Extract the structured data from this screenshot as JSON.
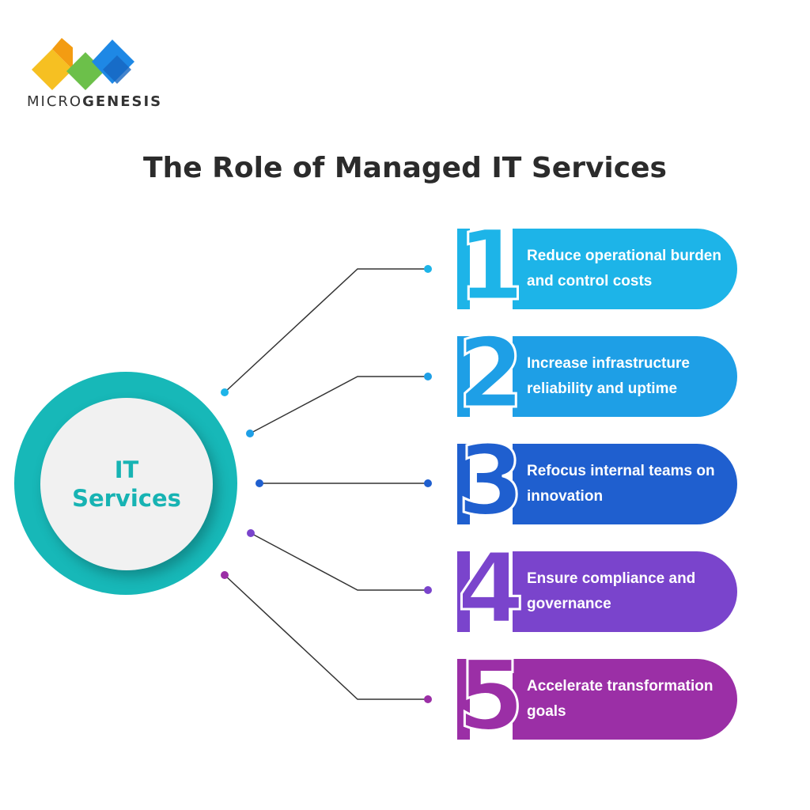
{
  "logo": {
    "text_light": "MICRO",
    "text_bold": "GENESIS",
    "colors": {
      "yellow": "#f4b400",
      "green": "#6cc04a",
      "blue": "#1e88e5",
      "orange": "#f39c12"
    }
  },
  "title": "The Role of Managed IT Services",
  "hub": {
    "line1": "IT",
    "line2": "Services",
    "ring_color": "#17b8b8",
    "text_color": "#17b3b3"
  },
  "items": [
    {
      "number": "1",
      "text": "Reduce operational burden and control costs",
      "color": "#1db4e8"
    },
    {
      "number": "2",
      "text": "Increase infrastructure reliability and uptime",
      "color": "#1e9fe6"
    },
    {
      "number": "3",
      "text": "Refocus internal teams on innovation",
      "color": "#1f5fcf"
    },
    {
      "number": "4",
      "text": "Ensure compliance and governance",
      "color": "#7a44cc"
    },
    {
      "number": "5",
      "text": "Accelerate transformation goals",
      "color": "#9b2fa6"
    }
  ]
}
